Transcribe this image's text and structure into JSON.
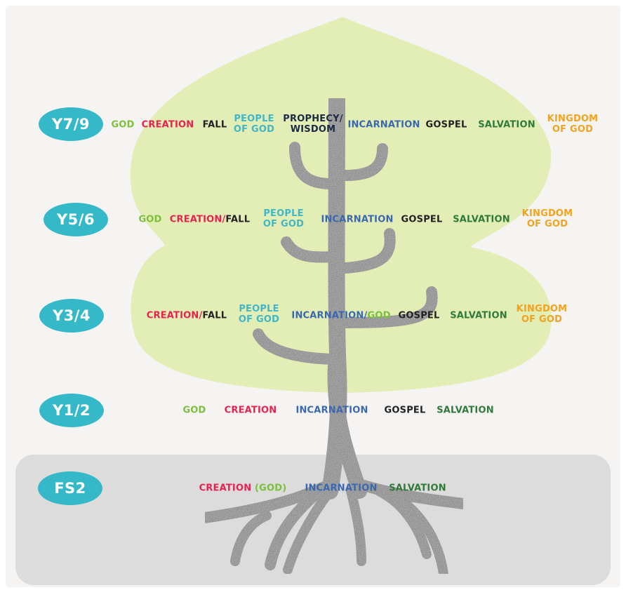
{
  "colors": {
    "badge": "#35b8c8",
    "canopy": "#e3edb6",
    "ground": "#dcdcdc",
    "trunk": "#a9a9a9",
    "god": "#7bbf3a",
    "creation": "#e6234f",
    "fall": "#222222",
    "people_of_god": "#3fb7c4",
    "incarnation": "#3a68b0",
    "gospel": "#222222",
    "salvation": "#2f7a3a",
    "kingdom_of_god": "#f2a31e"
  },
  "rows": [
    {
      "badge": "Y7/9",
      "labels": {
        "god": "GOD",
        "creation": "CREATION",
        "fall": "FALL",
        "people_l1": "PEOPLE",
        "people_l2": "OF GOD",
        "prophecy_l1": "PROPHECY/",
        "prophecy_l2": "WISDOM",
        "incarnation": "INCARNATION",
        "gospel": "GOSPEL",
        "salvation": "SALVATION",
        "kingdom_l1": "KINGDOM",
        "kingdom_l2": "OF GOD"
      }
    },
    {
      "badge": "Y5/6",
      "labels": {
        "god": "GOD",
        "creation": "CREATION/",
        "fall": "FALL",
        "people_l1": "PEOPLE",
        "people_l2": "OF GOD",
        "incarnation": "INCARNATION",
        "gospel": "GOSPEL",
        "salvation": "SALVATION",
        "kingdom_l1": "KINGDOM",
        "kingdom_l2": "OF GOD"
      }
    },
    {
      "badge": "Y3/4",
      "labels": {
        "creation": "CREATION/",
        "fall": "FALL",
        "people_l1": "PEOPLE",
        "people_l2": "OF GOD",
        "incarnation": "INCARNATION/",
        "god": "GOD",
        "gospel": "GOSPEL",
        "salvation": "SALVATION",
        "kingdom_l1": "KINGDOM",
        "kingdom_l2": "OF GOD"
      }
    },
    {
      "badge": "Y1/2",
      "labels": {
        "god": "GOD",
        "creation": "CREATION",
        "incarnation": "INCARNATION",
        "gospel": "GOSPEL",
        "salvation": "SALVATION"
      }
    },
    {
      "badge": "FS2",
      "labels": {
        "creation": "CREATION",
        "god": "(GOD)",
        "incarnation": "INCARNATION",
        "salvation": "SALVATION"
      }
    }
  ]
}
